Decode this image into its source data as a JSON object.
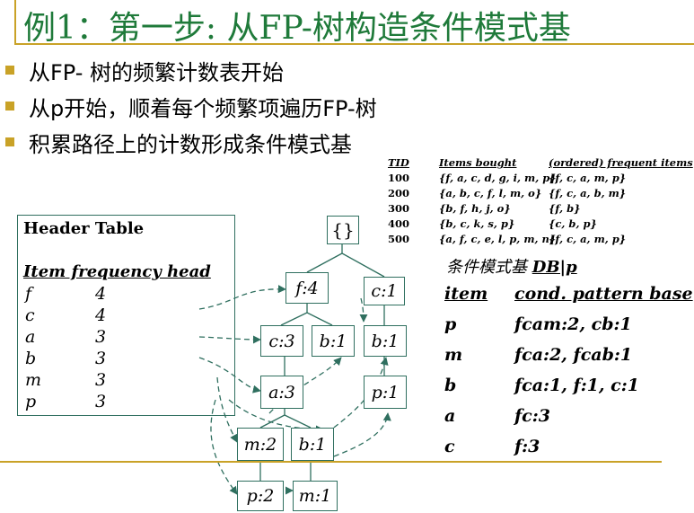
{
  "title": "例1：第一步: 从FP-树构造条件模式基",
  "bullets": [
    "从FP- 树的频繁计数表开始",
    "从p开始，顺着每个频繁项遍历FP-树",
    "积累路径上的计数形成条件模式基"
  ],
  "transactions": {
    "headers": {
      "tid": "TID",
      "items": "Items bought",
      "frequent": "(ordered) frequent items"
    },
    "rows": [
      {
        "tid": "100",
        "items": "{f, a, c, d, g, i, m, p}",
        "frequent": "{f, c, a, m, p}"
      },
      {
        "tid": "200",
        "items": "{a, b, c, f, l, m, o}",
        "frequent": "{f, c, a, b, m}"
      },
      {
        "tid": "300",
        "items": "{b, f, h, j, o}",
        "frequent": "{f, b}"
      },
      {
        "tid": "400",
        "items": "{b, c, k, s, p}",
        "frequent": "{c, b, p}"
      },
      {
        "tid": "500",
        "items": "{a, f, c, e, l, p, m, n}",
        "frequent": "{f, c, a, m, p}"
      }
    ]
  },
  "header_table": {
    "title": "Header Table",
    "columns": "Item  frequency  head",
    "rows": [
      {
        "item": "f",
        "freq": "4"
      },
      {
        "item": "c",
        "freq": "4"
      },
      {
        "item": "a",
        "freq": "3"
      },
      {
        "item": "b",
        "freq": "3"
      },
      {
        "item": "m",
        "freq": "3"
      },
      {
        "item": "p",
        "freq": "3"
      }
    ]
  },
  "tree": {
    "root": "{}",
    "f4": "f:4",
    "c1_top": "c:1",
    "c3": "c:3",
    "b1_mid": "b:1",
    "b1_right": "b:1",
    "a3": "a:3",
    "p1_right": "p:1",
    "m2": "m:2",
    "b1_low": "b:1",
    "p2": "p:2",
    "m1": "m:1"
  },
  "cond_pattern": {
    "title_cn": "条件模式基",
    "title_db": "DB|p",
    "headers": {
      "item": "item",
      "base": "cond. pattern base"
    },
    "rows": [
      {
        "item": "p",
        "base": "fcam:2, cb:1"
      },
      {
        "item": "m",
        "base": "fca:2, fcab:1"
      },
      {
        "item": "b",
        "base": "fca:1, f:1, c:1"
      },
      {
        "item": "a",
        "base": "fc:3"
      },
      {
        "item": "c",
        "base": "f:3"
      }
    ]
  },
  "colors": {
    "title": "#1f7a3a",
    "accent": "#c9a227",
    "border": "#2f6f5f"
  }
}
